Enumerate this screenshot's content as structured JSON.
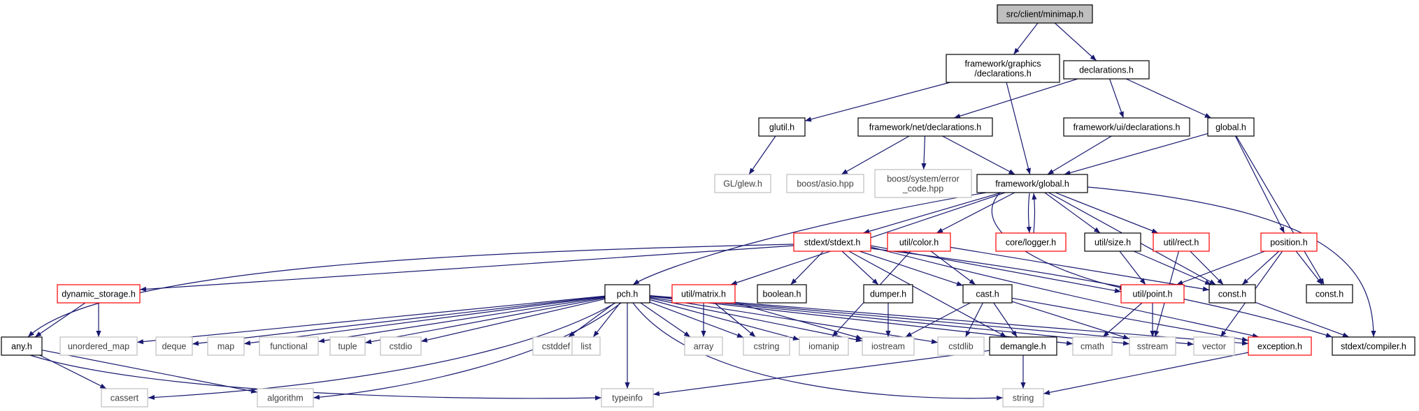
{
  "colors": {
    "edge": "#191970",
    "border_normal": "#000000",
    "border_missing": "#bfbfbf",
    "border_truncated": "#ff0000",
    "fill_root": "#bfbfbf",
    "fill_normal": "#ffffff",
    "text_normal": "#000000",
    "text_missing": "#404040"
  },
  "nodes": [
    {
      "id": "minimap",
      "kind": "root",
      "lines": [
        "src/client/minimap.h"
      ]
    },
    {
      "id": "fw_graphics_decl",
      "kind": "normal",
      "lines": [
        "framework/graphics",
        "/declarations.h"
      ]
    },
    {
      "id": "declarations",
      "kind": "normal",
      "lines": [
        "declarations.h"
      ]
    },
    {
      "id": "glutil",
      "kind": "normal",
      "lines": [
        "glutil.h"
      ]
    },
    {
      "id": "fw_net_decl",
      "kind": "normal",
      "lines": [
        "framework/net/declarations.h"
      ]
    },
    {
      "id": "fw_ui_decl",
      "kind": "normal",
      "lines": [
        "framework/ui/declarations.h"
      ]
    },
    {
      "id": "global",
      "kind": "normal",
      "lines": [
        "global.h"
      ]
    },
    {
      "id": "glew",
      "kind": "missing",
      "lines": [
        "GL/glew.h"
      ]
    },
    {
      "id": "boost_asio",
      "kind": "missing",
      "lines": [
        "boost/asio.hpp"
      ]
    },
    {
      "id": "boost_error",
      "kind": "missing",
      "lines": [
        "boost/system/error",
        "_code.hpp"
      ]
    },
    {
      "id": "fw_global",
      "kind": "normal",
      "lines": [
        "framework/global.h"
      ]
    },
    {
      "id": "stdext",
      "kind": "truncated",
      "lines": [
        "stdext/stdext.h"
      ]
    },
    {
      "id": "util_color",
      "kind": "truncated",
      "lines": [
        "util/color.h"
      ]
    },
    {
      "id": "core_logger",
      "kind": "truncated",
      "lines": [
        "core/logger.h"
      ]
    },
    {
      "id": "util_size",
      "kind": "normal",
      "lines": [
        "util/size.h"
      ]
    },
    {
      "id": "util_rect",
      "kind": "truncated",
      "lines": [
        "util/rect.h"
      ]
    },
    {
      "id": "position",
      "kind": "truncated",
      "lines": [
        "position.h"
      ]
    },
    {
      "id": "dynamic_storage",
      "kind": "truncated",
      "lines": [
        "dynamic_storage.h"
      ]
    },
    {
      "id": "pch",
      "kind": "normal",
      "lines": [
        "pch.h"
      ]
    },
    {
      "id": "util_matrix",
      "kind": "truncated",
      "lines": [
        "util/matrix.h"
      ]
    },
    {
      "id": "boolean",
      "kind": "normal",
      "lines": [
        "boolean.h"
      ]
    },
    {
      "id": "dumper",
      "kind": "normal",
      "lines": [
        "dumper.h"
      ]
    },
    {
      "id": "cast",
      "kind": "normal",
      "lines": [
        "cast.h"
      ]
    },
    {
      "id": "util_point",
      "kind": "truncated",
      "lines": [
        "util/point.h"
      ]
    },
    {
      "id": "const1",
      "kind": "normal",
      "lines": [
        "const.h"
      ]
    },
    {
      "id": "const2",
      "kind": "normal",
      "lines": [
        "const.h"
      ]
    },
    {
      "id": "any",
      "kind": "normal",
      "lines": [
        "any.h"
      ]
    },
    {
      "id": "unordered_map",
      "kind": "missing",
      "lines": [
        "unordered_map"
      ]
    },
    {
      "id": "deque",
      "kind": "missing",
      "lines": [
        "deque"
      ]
    },
    {
      "id": "map",
      "kind": "missing",
      "lines": [
        "map"
      ]
    },
    {
      "id": "functional",
      "kind": "missing",
      "lines": [
        "functional"
      ]
    },
    {
      "id": "tuple",
      "kind": "missing",
      "lines": [
        "tuple"
      ]
    },
    {
      "id": "cstdio",
      "kind": "missing",
      "lines": [
        "cstdio"
      ]
    },
    {
      "id": "cstddef",
      "kind": "missing",
      "lines": [
        "cstddef"
      ]
    },
    {
      "id": "list",
      "kind": "missing",
      "lines": [
        "list"
      ]
    },
    {
      "id": "array",
      "kind": "missing",
      "lines": [
        "array"
      ]
    },
    {
      "id": "cstring",
      "kind": "missing",
      "lines": [
        "cstring"
      ]
    },
    {
      "id": "iomanip",
      "kind": "missing",
      "lines": [
        "iomanip"
      ]
    },
    {
      "id": "iostream",
      "kind": "missing",
      "lines": [
        "iostream"
      ]
    },
    {
      "id": "cstdlib",
      "kind": "missing",
      "lines": [
        "cstdlib"
      ]
    },
    {
      "id": "demangle",
      "kind": "normal",
      "lines": [
        "demangle.h"
      ]
    },
    {
      "id": "cmath",
      "kind": "missing",
      "lines": [
        "cmath"
      ]
    },
    {
      "id": "sstream",
      "kind": "missing",
      "lines": [
        "sstream"
      ]
    },
    {
      "id": "vector",
      "kind": "missing",
      "lines": [
        "vector"
      ]
    },
    {
      "id": "exception",
      "kind": "truncated",
      "lines": [
        "exception.h"
      ]
    },
    {
      "id": "stdext_compiler",
      "kind": "normal",
      "lines": [
        "stdext/compiler.h"
      ]
    },
    {
      "id": "cassert",
      "kind": "missing",
      "lines": [
        "cassert"
      ]
    },
    {
      "id": "algorithm",
      "kind": "missing",
      "lines": [
        "algorithm"
      ]
    },
    {
      "id": "typeinfo",
      "kind": "missing",
      "lines": [
        "typeinfo"
      ]
    },
    {
      "id": "string",
      "kind": "missing",
      "lines": [
        "string"
      ]
    }
  ],
  "edges": [
    [
      "minimap",
      "fw_graphics_decl"
    ],
    [
      "minimap",
      "declarations"
    ],
    [
      "fw_graphics_decl",
      "glutil"
    ],
    [
      "fw_graphics_decl",
      "fw_global"
    ],
    [
      "declarations",
      "fw_net_decl"
    ],
    [
      "declarations",
      "fw_ui_decl"
    ],
    [
      "declarations",
      "global"
    ],
    [
      "glutil",
      "glew"
    ],
    [
      "fw_net_decl",
      "boost_asio"
    ],
    [
      "fw_net_decl",
      "boost_error"
    ],
    [
      "fw_net_decl",
      "fw_global"
    ],
    [
      "fw_ui_decl",
      "fw_global"
    ],
    [
      "global",
      "fw_global"
    ],
    [
      "global",
      "position"
    ],
    [
      "global",
      "const2"
    ],
    [
      "fw_global",
      "stdext"
    ],
    [
      "fw_global",
      "util_color"
    ],
    [
      "fw_global",
      "core_logger"
    ],
    [
      "fw_global",
      "util_size"
    ],
    [
      "fw_global",
      "util_rect"
    ],
    [
      "fw_global",
      "pch"
    ],
    [
      "fw_global",
      "util_matrix"
    ],
    [
      "fw_global",
      "util_point"
    ],
    [
      "fw_global",
      "const1"
    ],
    [
      "fw_global",
      "stdext_compiler"
    ],
    [
      "core_logger",
      "fw_global"
    ],
    [
      "stdext",
      "dynamic_storage"
    ],
    [
      "stdext",
      "any"
    ],
    [
      "stdext",
      "boolean"
    ],
    [
      "stdext",
      "dumper"
    ],
    [
      "stdext",
      "cast"
    ],
    [
      "stdext",
      "demangle"
    ],
    [
      "stdext",
      "exception"
    ],
    [
      "stdext",
      "stdext_compiler"
    ],
    [
      "stdext",
      "util_point"
    ],
    [
      "util_color",
      "cast"
    ],
    [
      "util_color",
      "const1"
    ],
    [
      "util_color",
      "iomanip"
    ],
    [
      "util_size",
      "util_point"
    ],
    [
      "util_size",
      "const1"
    ],
    [
      "util_rect",
      "const1"
    ],
    [
      "util_rect",
      "sstream"
    ],
    [
      "position",
      "const1"
    ],
    [
      "position",
      "const2"
    ],
    [
      "position",
      "util_point"
    ],
    [
      "position",
      "vector"
    ],
    [
      "dynamic_storage",
      "any"
    ],
    [
      "dynamic_storage",
      "unordered_map"
    ],
    [
      "any",
      "algorithm"
    ],
    [
      "any",
      "cassert"
    ],
    [
      "any",
      "typeinfo"
    ],
    [
      "pch",
      "unordered_map"
    ],
    [
      "pch",
      "deque"
    ],
    [
      "pch",
      "map"
    ],
    [
      "pch",
      "functional"
    ],
    [
      "pch",
      "tuple"
    ],
    [
      "pch",
      "cstdio"
    ],
    [
      "pch",
      "cstddef"
    ],
    [
      "pch",
      "list"
    ],
    [
      "pch",
      "array"
    ],
    [
      "pch",
      "cstring"
    ],
    [
      "pch",
      "iomanip"
    ],
    [
      "pch",
      "iostream"
    ],
    [
      "pch",
      "cstdlib"
    ],
    [
      "pch",
      "cmath"
    ],
    [
      "pch",
      "sstream"
    ],
    [
      "pch",
      "vector"
    ],
    [
      "pch",
      "exception"
    ],
    [
      "pch",
      "cassert"
    ],
    [
      "pch",
      "algorithm"
    ],
    [
      "pch",
      "typeinfo"
    ],
    [
      "pch",
      "string"
    ],
    [
      "util_matrix",
      "array"
    ],
    [
      "util_matrix",
      "cstring"
    ],
    [
      "util_matrix",
      "iostream"
    ],
    [
      "dumper",
      "iostream"
    ],
    [
      "cast",
      "demangle"
    ],
    [
      "cast",
      "iostream"
    ],
    [
      "cast",
      "cstdlib"
    ],
    [
      "cast",
      "sstream"
    ],
    [
      "cast",
      "exception"
    ],
    [
      "util_point",
      "cmath"
    ],
    [
      "util_point",
      "sstream"
    ],
    [
      "const1",
      "stdext_compiler"
    ],
    [
      "demangle",
      "string"
    ],
    [
      "demangle",
      "typeinfo"
    ],
    [
      "exception",
      "string"
    ]
  ]
}
